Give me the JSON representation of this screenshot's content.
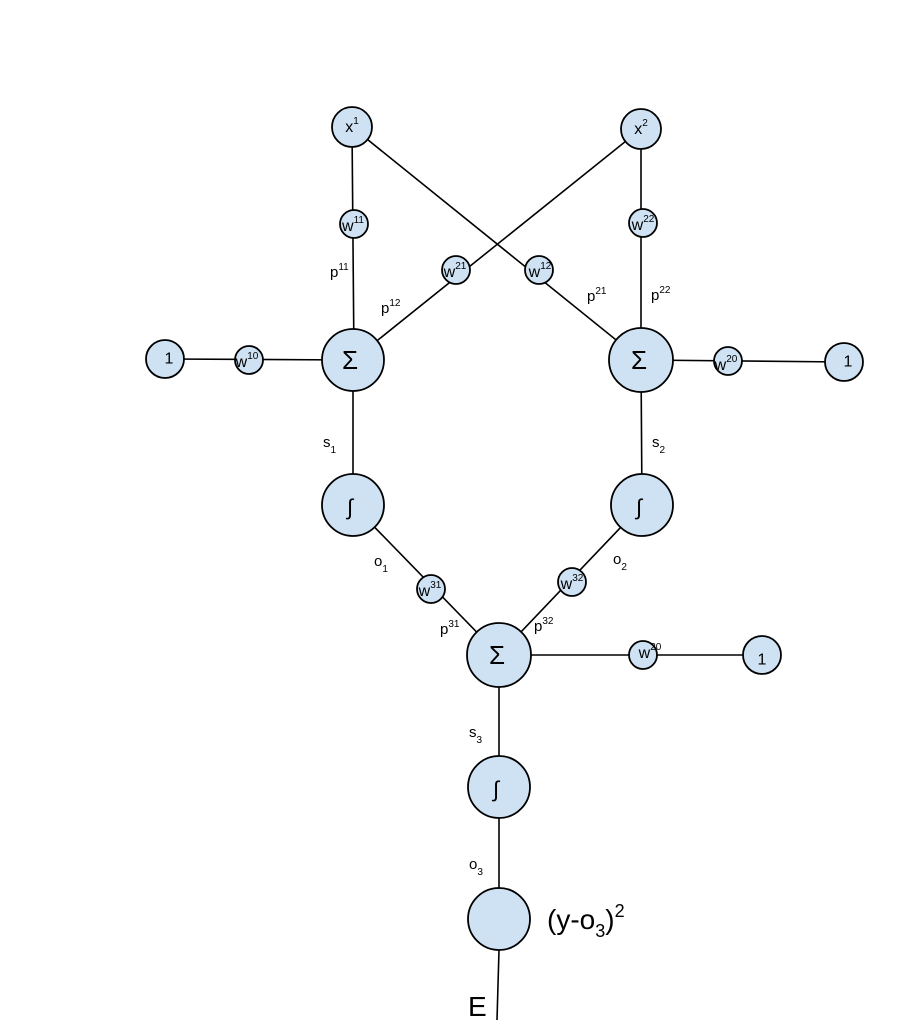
{
  "nodes": {
    "x1": {
      "base": "x",
      "sup": "1"
    },
    "x2": {
      "base": "x",
      "sup": "2"
    },
    "w11": {
      "base": "w",
      "sup": "11"
    },
    "w22": {
      "base": "w",
      "sup": "22"
    },
    "w21": {
      "base": "w",
      "sup": "21"
    },
    "w12": {
      "base": "w",
      "sup": "12"
    },
    "w10": {
      "base": "w",
      "sup": "10"
    },
    "w20": {
      "base": "w",
      "sup": "20"
    },
    "w31": {
      "base": "w",
      "sup": "31"
    },
    "w32": {
      "base": "w",
      "sup": "32"
    },
    "w20b": {
      "base": "w",
      "sup": "20"
    },
    "one_left": "1",
    "one_right": "1",
    "one_out": "1",
    "sum1": "Σ",
    "sum2": "Σ",
    "sum3": "Σ",
    "act1": "∫",
    "act2": "∫",
    "act3": "∫"
  },
  "edge_labels": {
    "p11": {
      "base": "p",
      "sup": "11"
    },
    "p12": {
      "base": "p",
      "sup": "12"
    },
    "p21": {
      "base": "p",
      "sup": "21"
    },
    "p22": {
      "base": "p",
      "sup": "22"
    },
    "s1": {
      "base": "s",
      "sub": "1"
    },
    "s2": {
      "base": "s",
      "sub": "2"
    },
    "o1": {
      "base": "o",
      "sub": "1"
    },
    "o2": {
      "base": "o",
      "sub": "2"
    },
    "p31": {
      "base": "p",
      "sup": "31"
    },
    "p32": {
      "base": "p",
      "sup": "32"
    },
    "s3": {
      "base": "s",
      "sub": "3"
    },
    "o3": {
      "base": "o",
      "sub": "3"
    }
  },
  "error": {
    "formula": {
      "pre": "(y-o",
      "sub": "3",
      "post": ")",
      "sup": "2"
    },
    "label": "E"
  }
}
